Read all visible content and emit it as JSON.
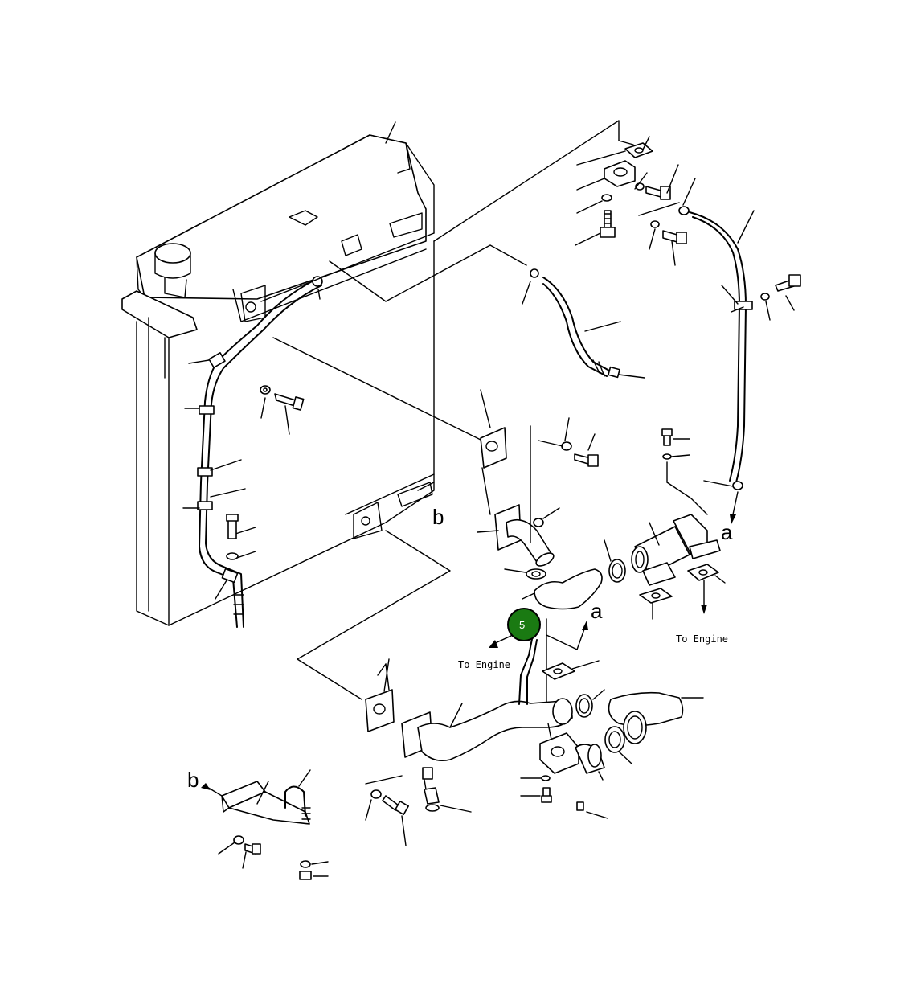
{
  "labels": {
    "a_upper": "a",
    "a_lower": "a",
    "b_upper": "b",
    "b_lower": "b",
    "to_engine_right": "To Engine",
    "to_engine_left": "To Engine"
  },
  "callout": {
    "number": "5",
    "color": "#1a7a12",
    "border_color": "#000000"
  },
  "icons": [
    "radiator-tank",
    "filler-cap",
    "hose",
    "clamp",
    "bolt",
    "washer",
    "gasket",
    "flange",
    "elbow",
    "nut",
    "bracket",
    "u-bolt",
    "arrow"
  ]
}
